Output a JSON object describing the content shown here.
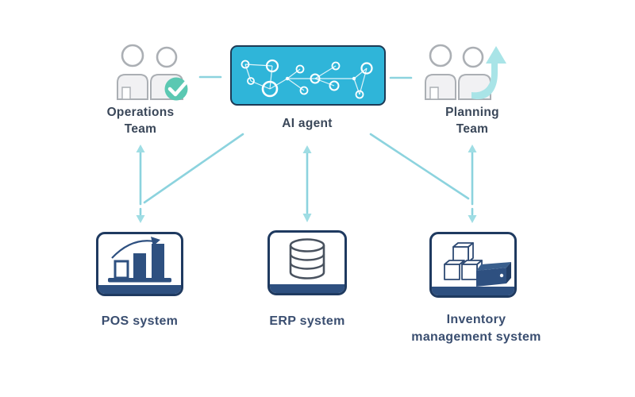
{
  "nodes": {
    "operations_team": {
      "label": [
        "Operations",
        "Team"
      ],
      "icon": "people-check-icon"
    },
    "ai_agent": {
      "label": "AI agent",
      "icon": "ai-network-icon"
    },
    "planning_team": {
      "label": [
        "Planning",
        "Team"
      ],
      "icon": "people-growth-icon"
    },
    "pos_system": {
      "label": "POS system",
      "icon": "bar-chart-icon"
    },
    "erp_system": {
      "label": "ERP system",
      "icon": "database-icon"
    },
    "inventory_system": {
      "label": [
        "Inventory",
        "management system"
      ],
      "icon": "inventory-boxes-icon"
    }
  },
  "connections": [
    {
      "from": "operations_team",
      "to": "ai_agent",
      "style": "plain-line"
    },
    {
      "from": "ai_agent",
      "to": "planning_team",
      "style": "plain-line"
    },
    {
      "from": "operations_team",
      "to": "pos_system",
      "style": "double-arrow"
    },
    {
      "from": "ai_agent",
      "to": "pos_system",
      "style": "plain-line"
    },
    {
      "from": "ai_agent",
      "to": "erp_system",
      "style": "double-arrow"
    },
    {
      "from": "ai_agent",
      "to": "inventory_system",
      "style": "plain-line"
    },
    {
      "from": "planning_team",
      "to": "inventory_system",
      "style": "double-arrow"
    }
  ],
  "colors": {
    "agent-fill": "#2FB5D9",
    "agent-border": "#1D3A55",
    "connector": "#8CD3DE",
    "connector-arrow": "#9FDDE4",
    "card-border": "#1F3A60",
    "accent": "#2E5080",
    "label": "#3A4759",
    "label-bottom": "#3A4E70",
    "check": "#5BC8B2",
    "swoosh": "#A9E4E7",
    "people-stroke": "#ABAFB4",
    "people-fill": "#F1F1F3",
    "network-stroke": "#FFFFFF"
  }
}
